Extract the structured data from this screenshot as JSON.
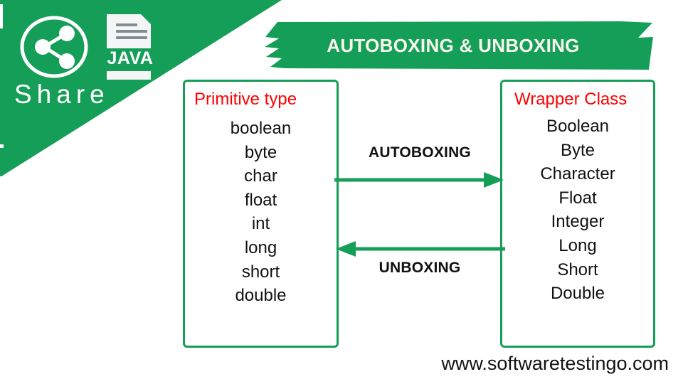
{
  "brand": {
    "share_label": "Share",
    "share_icon_name": "share-nodes-icon",
    "java_label": "JAVA",
    "java_icon_name": "java-document-icon",
    "green": "#159E57"
  },
  "banner": {
    "title": "AUTOBOXING & UNBOXING",
    "background": "#159E57",
    "text_color": "#FAF8EE"
  },
  "diagram": {
    "left_box": {
      "title": "Primitive type",
      "title_color": "#FF0000",
      "border_color": "#159E57",
      "items": [
        "boolean",
        "byte",
        "char",
        "float",
        "int",
        "long",
        "short",
        "double"
      ]
    },
    "right_box": {
      "title": "Wrapper Class",
      "title_color": "#FF0000",
      "border_color": "#159E57",
      "items": [
        "Boolean",
        "Byte",
        "Character",
        "Float",
        "Integer",
        "Long",
        "Short",
        "Double"
      ]
    },
    "arrows": [
      {
        "label": "AUTOBOXING",
        "direction": "right",
        "color": "#159E57",
        "from": "Primitive type",
        "to": "Wrapper Class"
      },
      {
        "label": "UNBOXING",
        "direction": "left",
        "color": "#159E57",
        "from": "Wrapper Class",
        "to": "Primitive type"
      }
    ]
  },
  "footer": {
    "url": "www.softwaretestingo.com"
  }
}
